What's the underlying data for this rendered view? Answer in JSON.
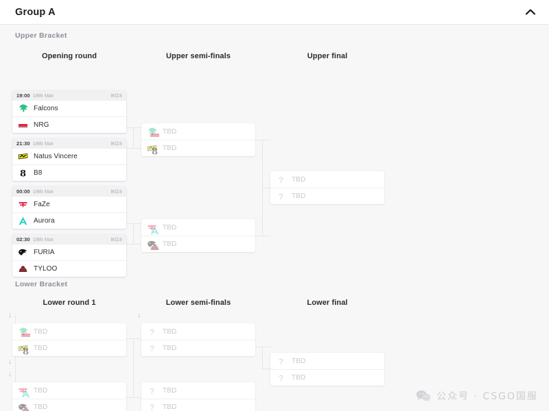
{
  "header": {
    "title": "Group A",
    "collapse_icon": "chevron-up-icon"
  },
  "sections": {
    "upper": {
      "label": "Upper Bracket"
    },
    "lower": {
      "label": "Lower Bracket"
    }
  },
  "rounds": {
    "opening": "Opening round",
    "upper_semis": "Upper semi-finals",
    "upper_final": "Upper final",
    "lower_r1": "Lower round 1",
    "lower_semis": "Lower semi-finals",
    "lower_final": "Lower final"
  },
  "tbd_label": "TBD",
  "upper_bracket": {
    "opening_round": [
      {
        "time": "19:00",
        "date": "18th Mar",
        "format": "BO3",
        "teams": [
          {
            "name": "Falcons",
            "logo": "falcons-logo",
            "color": "#2bbf8a"
          },
          {
            "name": "NRG",
            "logo": "nrg-logo",
            "color": "#e4233b"
          }
        ]
      },
      {
        "time": "21:30",
        "date": "18th Mar",
        "format": "BO3",
        "teams": [
          {
            "name": "Natus Vincere",
            "logo": "navi-logo",
            "color": "#f2e800"
          },
          {
            "name": "B8",
            "logo": "b8-logo",
            "color": "#1d1d1d"
          }
        ]
      },
      {
        "time": "00:00",
        "date": "19th Mar",
        "format": "BO3",
        "teams": [
          {
            "name": "FaZe",
            "logo": "faze-logo",
            "color": "#e8274f"
          },
          {
            "name": "Aurora",
            "logo": "aurora-logo",
            "color": "#25d0c0"
          }
        ]
      },
      {
        "time": "02:30",
        "date": "19th Mar",
        "format": "BO3",
        "teams": [
          {
            "name": "FURIA",
            "logo": "furia-logo",
            "color": "#121212"
          },
          {
            "name": "TYLOO",
            "logo": "tyloo-logo",
            "color": "#8e2f34"
          }
        ]
      }
    ],
    "semi_finals": [
      {
        "teams": [
          {
            "name": "TBD",
            "logo": "stacked-pending-logo",
            "sources": [
              "falcons-logo",
              "nrg-logo"
            ]
          },
          {
            "name": "TBD",
            "logo": "stacked-pending-logo",
            "sources": [
              "navi-logo",
              "b8-logo"
            ]
          }
        ]
      },
      {
        "teams": [
          {
            "name": "TBD",
            "logo": "stacked-pending-logo",
            "sources": [
              "faze-logo",
              "aurora-logo"
            ]
          },
          {
            "name": "TBD",
            "logo": "stacked-pending-logo",
            "sources": [
              "furia-logo",
              "tyloo-logo"
            ]
          }
        ]
      }
    ],
    "final": [
      {
        "teams": [
          {
            "name": "TBD",
            "logo": "question-mark-icon"
          },
          {
            "name": "TBD",
            "logo": "question-mark-icon"
          }
        ]
      }
    ]
  },
  "lower_bracket": {
    "round_1": [
      {
        "teams": [
          {
            "name": "TBD",
            "logo": "stacked-pending-logo",
            "sources": [
              "falcons-logo",
              "nrg-logo"
            ]
          },
          {
            "name": "TBD",
            "logo": "stacked-pending-logo",
            "sources": [
              "navi-logo",
              "b8-logo"
            ]
          }
        ]
      },
      {
        "teams": [
          {
            "name": "TBD",
            "logo": "stacked-pending-logo",
            "sources": [
              "faze-logo",
              "aurora-logo"
            ]
          },
          {
            "name": "TBD",
            "logo": "stacked-pending-logo",
            "sources": [
              "furia-logo",
              "tyloo-logo"
            ]
          }
        ]
      }
    ],
    "semi_finals": [
      {
        "teams": [
          {
            "name": "TBD",
            "logo": "question-mark-icon"
          },
          {
            "name": "TBD",
            "logo": "question-mark-icon"
          }
        ]
      }
    ],
    "final": [
      {
        "teams": [
          {
            "name": "TBD",
            "logo": "question-mark-icon"
          },
          {
            "name": "TBD",
            "logo": "question-mark-icon"
          }
        ]
      }
    ]
  },
  "watermark": {
    "icon": "wechat-icon",
    "text": "公众号 · CSGO国服"
  }
}
